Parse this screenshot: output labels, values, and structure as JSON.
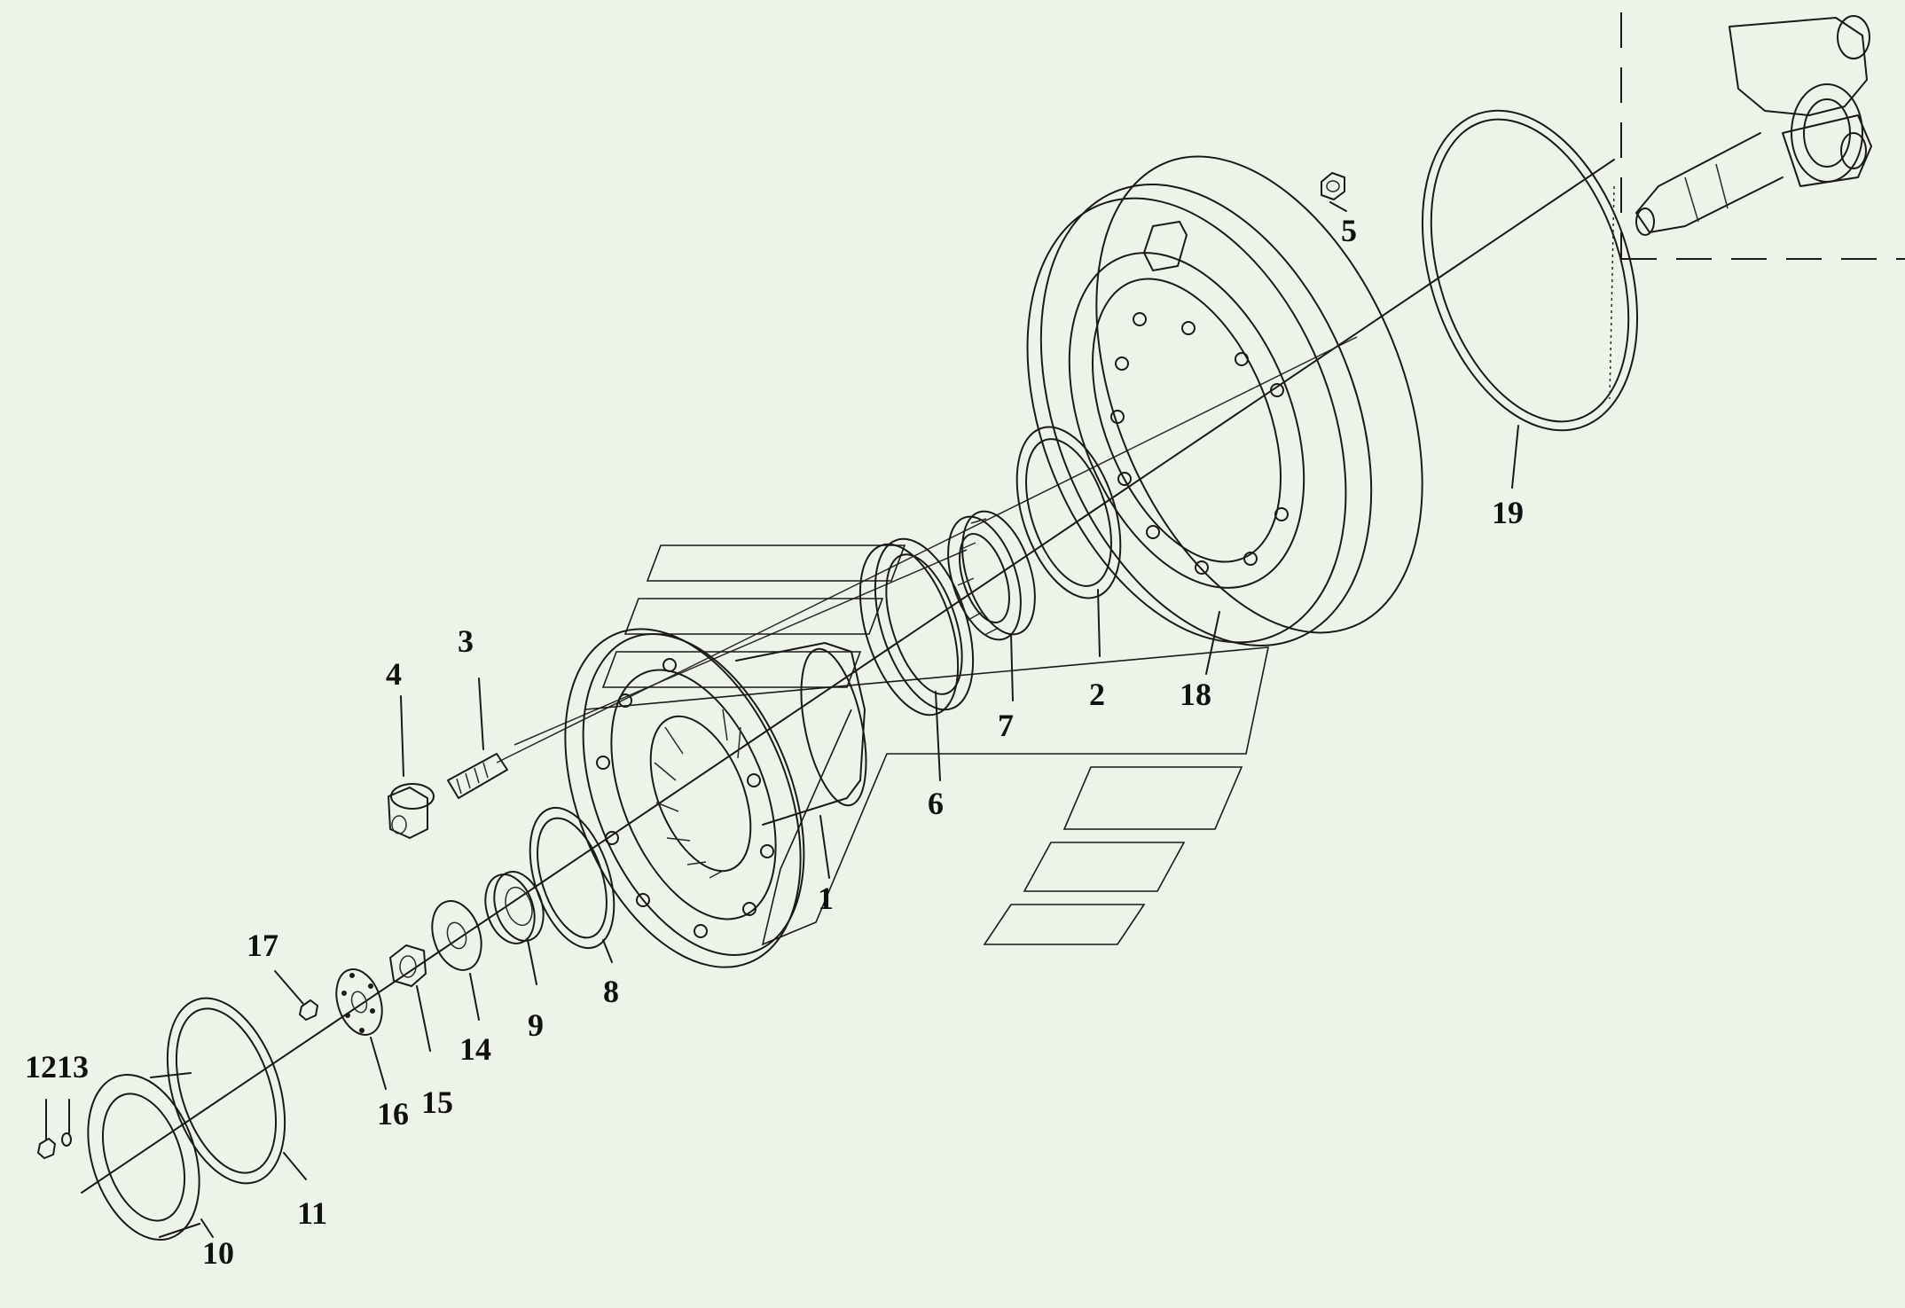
{
  "callouts": [
    {
      "id": "1",
      "text": "1"
    },
    {
      "id": "2",
      "text": "2"
    },
    {
      "id": "3",
      "text": "3"
    },
    {
      "id": "4",
      "text": "4"
    },
    {
      "id": "5",
      "text": "5"
    },
    {
      "id": "6",
      "text": "6"
    },
    {
      "id": "7",
      "text": "7"
    },
    {
      "id": "8",
      "text": "8"
    },
    {
      "id": "9",
      "text": "9"
    },
    {
      "id": "10",
      "text": "10"
    },
    {
      "id": "11",
      "text": "11"
    },
    {
      "id": "1213",
      "text": "1213"
    },
    {
      "id": "14",
      "text": "14"
    },
    {
      "id": "15",
      "text": "15"
    },
    {
      "id": "16",
      "text": "16"
    },
    {
      "id": "17",
      "text": "17"
    },
    {
      "id": "18",
      "text": "18"
    },
    {
      "id": "19",
      "text": "19"
    }
  ],
  "colors": {
    "background": "#eef3ea",
    "line": "#1a1a1a"
  }
}
